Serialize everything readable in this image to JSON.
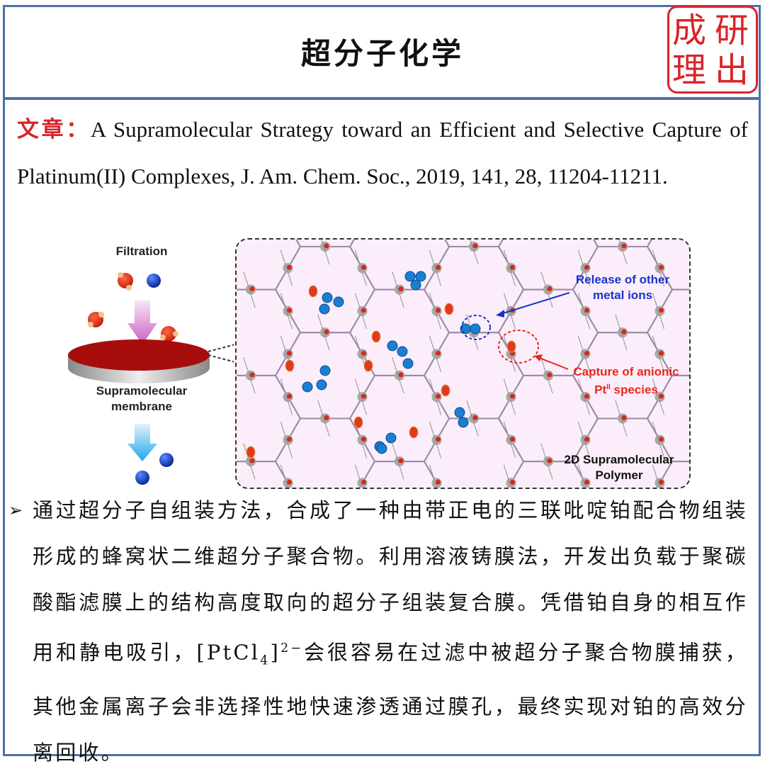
{
  "header": {
    "title": "超分子化学"
  },
  "seal": {
    "chars": [
      "成",
      "研",
      "理",
      "出"
    ]
  },
  "citation": {
    "label": "文章：",
    "text": "A Supramolecular Strategy toward an Efficient and Selective Capture of Platinum(II) Complexes, J. Am. Chem. Soc., 2019, 141, 28, 11204-11211."
  },
  "figure": {
    "filtration_label": "Filtration",
    "membrane_label_1": "Supramolecular",
    "membrane_label_2": "membrane",
    "release_label_1": "Release of other",
    "release_label_2": "metal ions",
    "capture_label_1": "Capture of anionic",
    "capture_label_pt": "Pt",
    "capture_label_sup": "II",
    "capture_label_2": " species",
    "polymer_label_1": "2D Supramolecular",
    "polymer_label_2": "Polymer",
    "colors": {
      "blue_ion": "#1a7fd0",
      "pt_species": "#e03a1e",
      "membrane": "#a80d0d",
      "release": "#1a34c8",
      "capture": "#e8281e"
    }
  },
  "bullet": {
    "marker": "➢",
    "text_part1": "通过超分子自组装方法，合成了一种由带正电的三联吡啶铂配合物组装形成的蜂窝状二维超分子聚合物。利用溶液铸膜法，开发出负载于聚碳酸酯滤膜上的结构高度取向的超分子组装复合膜。凭借铂自身的相互作用和静电吸引，[PtCl",
    "sub": "4",
    "bracket": "]",
    "sup": "2−",
    "text_part2": "会很容易在过滤中被超分子聚合物膜捕获，其他金属离子会非选择性地快速渗透通过膜孔，最终实现对铂的高效分离回收。"
  }
}
